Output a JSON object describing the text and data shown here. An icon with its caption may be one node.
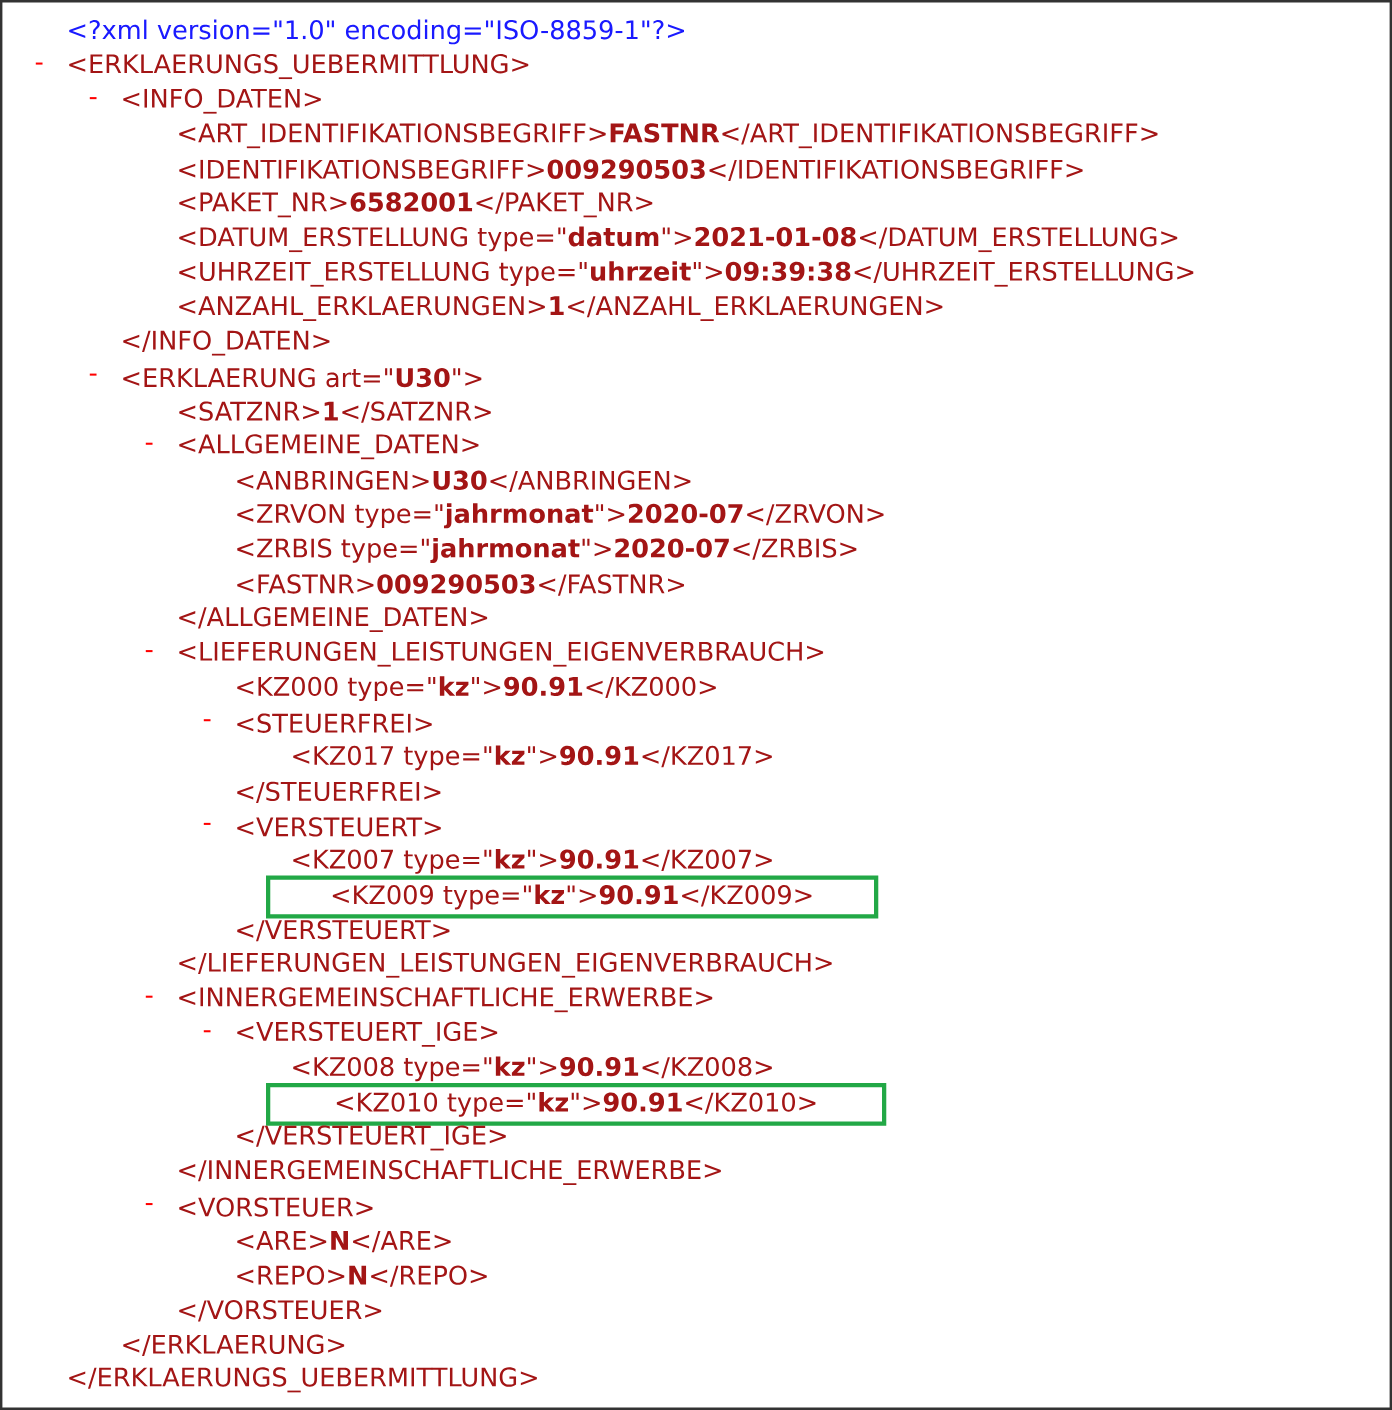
{
  "diagram": {
    "nodes": [
      {
        "text": [
          "<KZ009 type=\"**kz**\">**90.91**</KZ009>"
        ]
      },
      {
        "text": [
          "<KZ010 type=\"**kz**\">**90.91**</KZ010>"
        ]
      }
    ],
    "labels": [
      "<?xml version=\"1.0\" encoding=\"ISO-8859-1\"?>",
      "-",
      "<ERKLAERUNGS_UEBERMITTLUNG>",
      "-",
      "<INFO_DATEN>",
      "<ART_IDENTIFIKATIONSBEGRIFF>**FASTNR**</ART_IDENTIFIKATIONSBEGRIFF>",
      "<IDENTIFIKATIONSBEGRIFF>**009290503**</IDENTIFIKATIONSBEGRIFF>",
      "<PAKET_NR>**6582001**</PAKET_NR>",
      "<DATUM_ERSTELLUNG type=\"**datum**\">**2021-01-08**</DATUM_ERSTELLUNG>",
      "<UHRZEIT_ERSTELLUNG type=\"**uhrzeit**\">**09:39:38**</UHRZEIT_ERSTELLUNG>",
      "<ANZAHL_ERKLAERUNGEN>**1**</ANZAHL_ERKLAERUNGEN>",
      "</INFO_DATEN>",
      "-",
      "<ERKLAERUNG art=\"**U30**\">",
      "<SATZNR>**1**</SATZNR>",
      "-",
      "<ALLGEMEINE_DATEN>",
      "<ANBRINGEN>**U30**</ANBRINGEN>",
      "<ZRVON type=\"**jahrmonat**\">**2020-07**</ZRVON>",
      "<ZRBIS type=\"**jahrmonat**\">**2020-07**</ZRBIS>",
      "<FASTNR>**009290503**</FASTNR>",
      "</ALLGEMEINE_DATEN>",
      "-",
      "<LIEFERUNGEN_LEISTUNGEN_EIGENVERBRAUCH>",
      "<KZ000 type=\"**kz**\">**90.91**</KZ000>",
      "-",
      "<STEUERFREI>",
      "<KZ017 type=\"**kz**\">**90.91**</KZ017>",
      "</STEUERFREI>",
      "-",
      "<VERSTEUERT>",
      "<KZ007 type=\"**kz**\">**90.91**</KZ007>",
      "</VERSTEUERT>",
      "</LIEFERUNGEN_LEISTUNGEN_EIGENVERBRAUCH>",
      "-",
      "<INNERGEMEINSCHAFTLICHE_ERWERBE>",
      "-",
      "<VERSTEUERT_IGE>",
      "<KZ008 type=\"**kz**\">**90.91**</KZ008>",
      "</VERSTEUERT_IGE>",
      "</INNERGEMEINSCHAFTLICHE_ERWERBE>",
      "-",
      "<VORSTEUER>",
      "<ARE>**N**</ARE>",
      "<REPO>**N**</REPO>",
      "</VORSTEUER>",
      "</ERKLAERUNG>",
      "</ERKLAERUNGS_UEBERMITTLUNG>"
    ]
  }
}
